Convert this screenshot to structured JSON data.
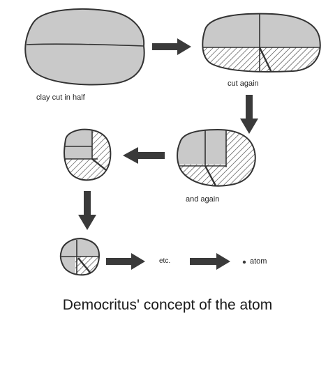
{
  "labels": {
    "step1": "clay cut in half",
    "step2": "cut again",
    "step3": "and again",
    "step4": "etc.",
    "step5": "atom"
  },
  "caption": "Democritus' concept of the atom",
  "colors": {
    "clay_fill": "#c9c9c9",
    "outline": "#333333",
    "arrow": "#3a3a3a",
    "hatch": "#444444"
  }
}
